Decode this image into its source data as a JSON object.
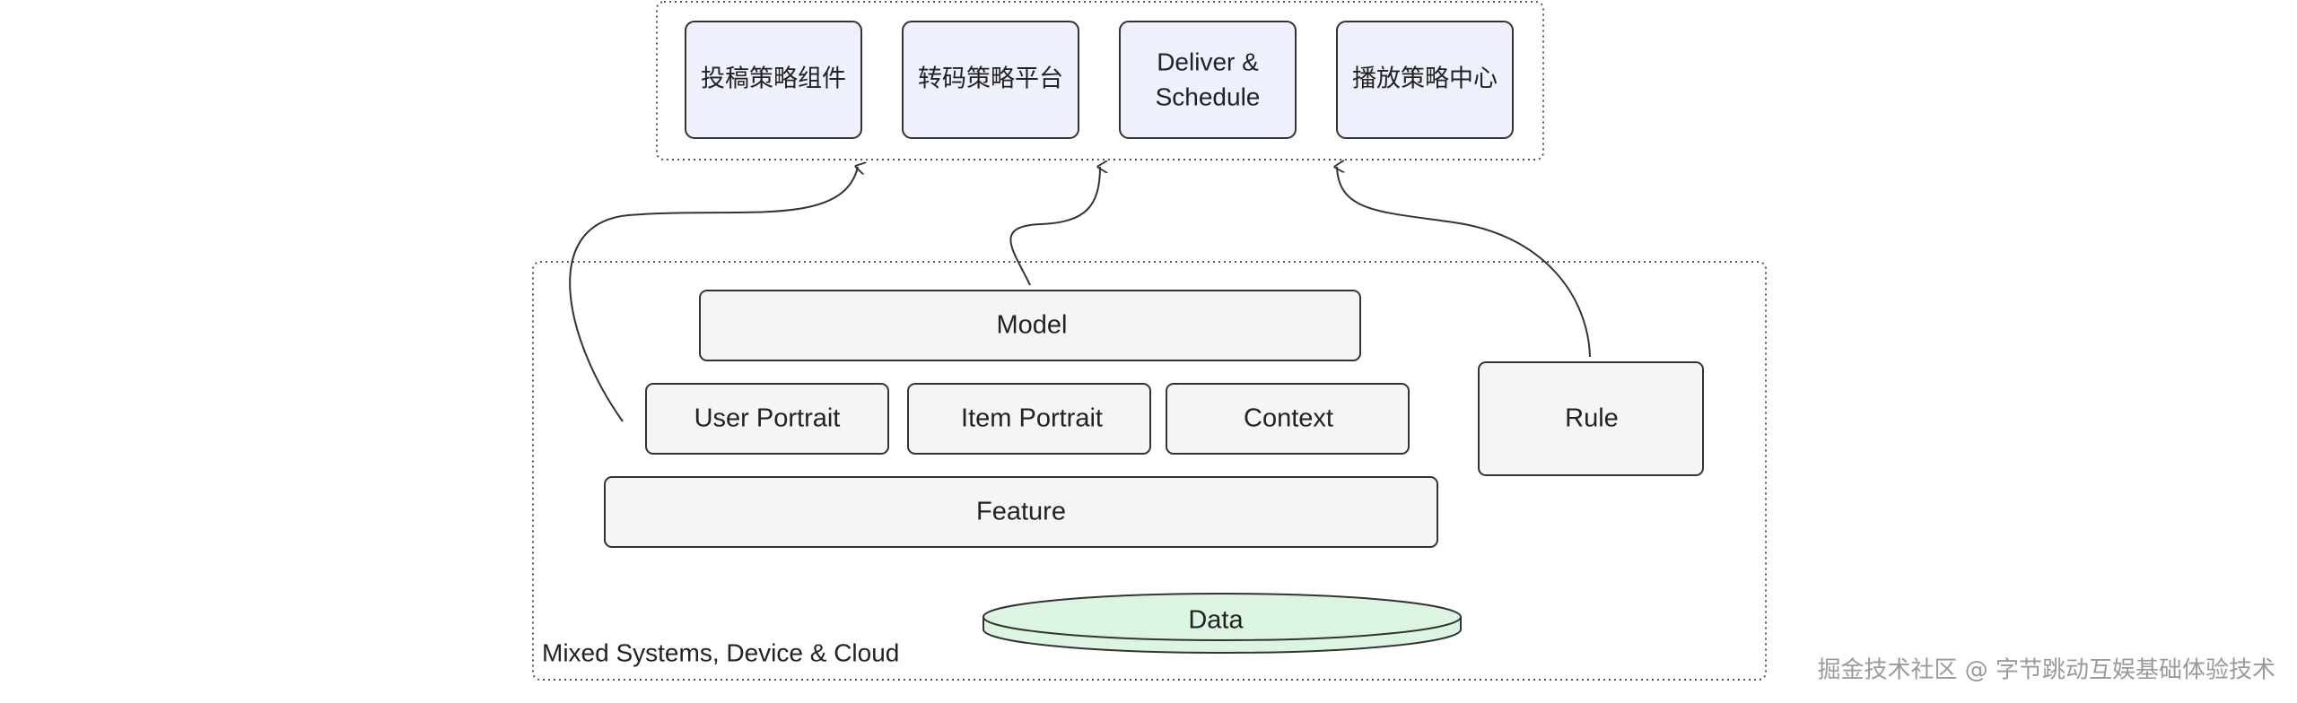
{
  "strategy_boxes": [
    {
      "label": "投稿策略组件"
    },
    {
      "label": "转码策略平台"
    },
    {
      "label": "Deliver &",
      "label2": "Schedule"
    },
    {
      "label": "播放策略中心"
    }
  ],
  "layers": {
    "model": "Model",
    "user_portrait": "User Portrait",
    "item_portrait": "Item Portrait",
    "context": "Context",
    "feature": "Feature",
    "rule": "Rule",
    "data": "Data"
  },
  "group_label": "Mixed Systems, Device & Cloud",
  "watermark": "掘金技术社区 @ 字节跳动互娱基础体验技术",
  "colors": {
    "strategy_fill": "#eef0fc",
    "layer_fill": "#f5f5f5",
    "data_fill": "#dcf5e3",
    "stroke": "#333333"
  }
}
